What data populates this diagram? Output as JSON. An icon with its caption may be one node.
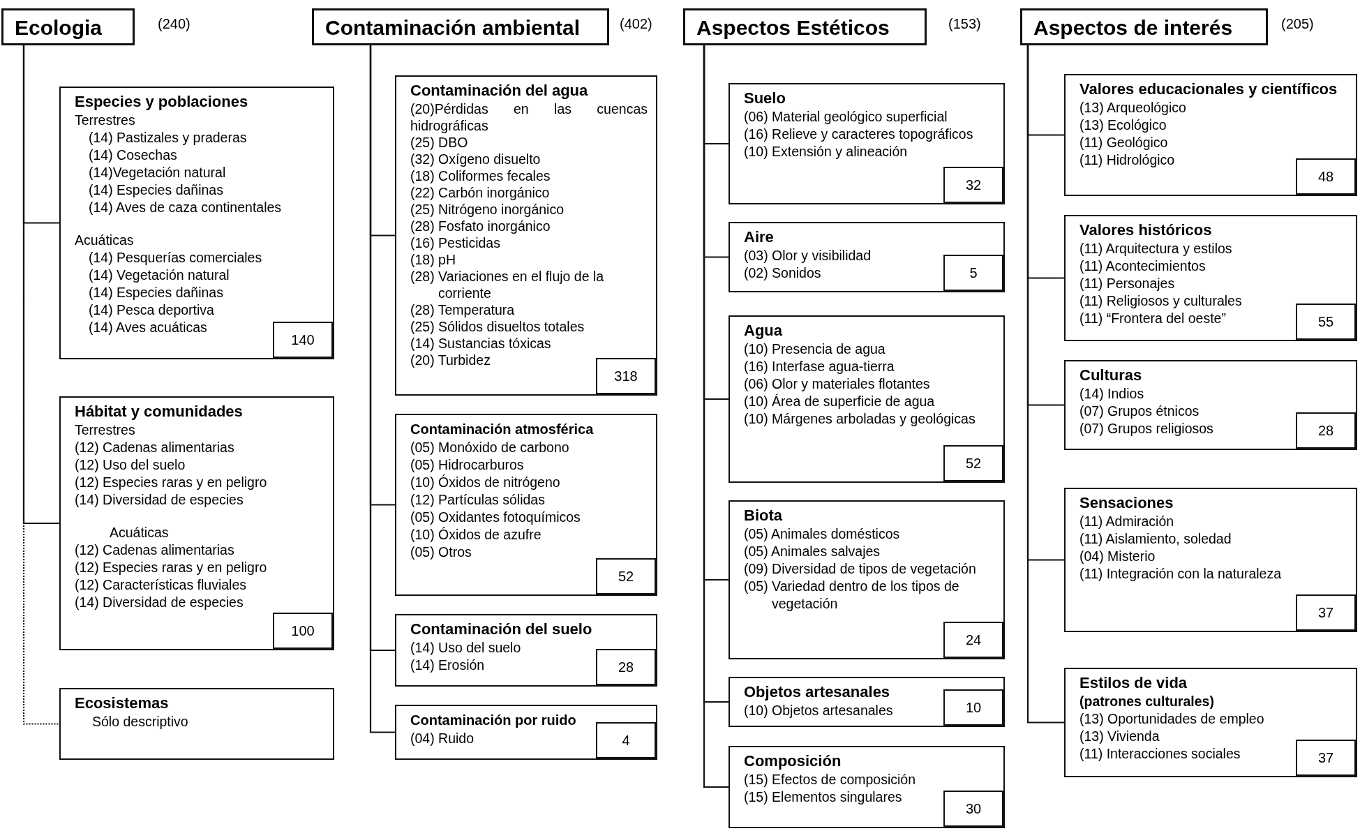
{
  "diagram": {
    "nodes": [
      {
        "text": [
          "Ecologia"
        ],
        "beside": [
          "(240)"
        ]
      },
      {
        "text": [
          "Especies y poblaciones",
          "Terrestres",
          "(14) Pastizales y praderas",
          "(14) Cosechas",
          "(14)Vegetación natural",
          "(14) Especies dañinas",
          "(14) Aves de caza continentales",
          "Acuáticas",
          "(14) Pesquerías comerciales",
          "(14) Vegetación natural",
          "(14) Especies dañinas",
          "(14) Pesca deportiva",
          "(14) Aves acuáticas"
        ]
      },
      {
        "text": [
          "140"
        ],
        "in": 1
      },
      {
        "text": [
          "Hábitat y comunidades",
          "Terrestres",
          "(12) Cadenas alimentarias",
          "(12) Uso del suelo",
          "(12) Especies raras y en peligro",
          "(14) Diversidad de especies",
          "Acuáticas",
          "(12) Cadenas alimentarias",
          "(12) Especies raras y en peligro",
          "(12) Características fluviales",
          "(14) Diversidad de especies"
        ]
      },
      {
        "text": [
          "100"
        ],
        "in": 3
      },
      {
        "text": [
          "Ecosistemas",
          "Sólo descriptivo"
        ]
      },
      {
        "text": [
          "Contaminación ambiental"
        ],
        "beside": [
          "(402)"
        ]
      },
      {
        "text": [
          "Contaminación del agua",
          "(20)Pérdidas en las cuencas hidrográficas",
          "(25) DBO",
          "(32) Oxígeno disuelto",
          "(18) Coliformes fecales",
          "(22) Carbón inorgánico",
          "(25) Nitrógeno inorgánico",
          "(28) Fosfato inorgánico",
          "(16) Pesticidas",
          "(18) pH",
          "(28) Variaciones en el flujo de la corriente",
          "(28) Temperatura",
          "(25) Sólidos disueltos totales",
          "(14) Sustancias tóxicas",
          "(20) Turbidez"
        ]
      },
      {
        "text": [
          "318"
        ],
        "in": 7
      },
      {
        "text": [
          "Contaminación atmosférica",
          "(05) Monóxido de carbono",
          "(05) Hidrocarburos",
          "(10) Óxidos de nitrógeno",
          "(12) Partículas sólidas",
          "(05) Oxidantes fotoquímicos",
          "(10) Óxidos de azufre",
          "(05) Otros"
        ]
      },
      {
        "text": [
          "52"
        ],
        "in": 9
      },
      {
        "text": [
          "Contaminación del suelo",
          "(14) Uso del suelo",
          "(14) Erosión"
        ]
      },
      {
        "text": [
          "28"
        ],
        "in": 11
      },
      {
        "text": [
          "Contaminación por ruido",
          "(04) Ruido"
        ]
      },
      {
        "text": [
          "4"
        ],
        "in": 13
      },
      {
        "text": [
          "Aspectos Estéticos"
        ],
        "beside": [
          "(153)"
        ]
      },
      {
        "text": [
          "Suelo",
          "(06) Material geológico superficial",
          "(16) Relieve y caracteres topográficos",
          "(10) Extensión y alineación"
        ]
      },
      {
        "text": [
          "32"
        ],
        "in": 16
      },
      {
        "text": [
          "Aire",
          "(03) Olor y visibilidad",
          "(02) Sonidos"
        ]
      },
      {
        "text": [
          "5"
        ],
        "in": 18
      },
      {
        "text": [
          "Agua",
          "(10) Presencia de agua",
          "(16) Interfase agua-tierra",
          "(06) Olor y materiales flotantes",
          "(10) Área de superficie de agua",
          "(10) Márgenes arboladas y geológicas"
        ]
      },
      {
        "text": [
          "52"
        ],
        "in": 20
      },
      {
        "text": [
          "Biota",
          "(05) Animales domésticos",
          "(05) Animales salvajes",
          "(09) Diversidad de tipos de vegetación",
          "(05) Variedad dentro de los tipos de vegetación"
        ]
      },
      {
        "text": [
          "24"
        ],
        "in": 22
      },
      {
        "text": [
          "Objetos artesanales",
          "(10) Objetos artesanales"
        ]
      },
      {
        "text": [
          "10"
        ],
        "in": 24
      },
      {
        "text": [
          "Composición",
          "(15) Efectos de composición",
          "(15) Elementos singulares"
        ]
      },
      {
        "text": [
          "30"
        ],
        "in": 26
      },
      {
        "text": [
          "Aspectos de interés"
        ],
        "beside": [
          "(205)"
        ]
      },
      {
        "text": [
          "Valores educacionales y científicos",
          "(13) Arqueológico",
          "(13) Ecológico",
          "(11) Geológico",
          "(11) Hidrológico"
        ]
      },
      {
        "text": [
          "48"
        ],
        "in": 29
      },
      {
        "text": [
          "Valores históricos",
          "(11) Arquitectura y estilos",
          "(11) Acontecimientos",
          "(11) Personajes",
          "(11) Religiosos y culturales",
          "(11) “Frontera del oeste”"
        ]
      },
      {
        "text": [
          "55"
        ],
        "in": 31
      },
      {
        "text": [
          "Culturas",
          "(14) Indios",
          "(07) Grupos étnicos",
          "(07) Grupos religiosos"
        ]
      },
      {
        "text": [
          "28"
        ],
        "in": 33
      },
      {
        "text": [
          "Sensaciones",
          "(11) Admiración",
          "(11) Aislamiento, soledad",
          "(04) Misterio",
          "(11) Integración con la naturaleza"
        ]
      },
      {
        "text": [
          "37"
        ],
        "in": 35
      },
      {
        "text": [
          "Estilos de vida",
          "(patrones culturales)",
          "(13) Oportunidades de empleo",
          "(13) Vivienda",
          "(11) Interacciones sociales"
        ]
      },
      {
        "text": [
          "37"
        ],
        "in": 37
      }
    ],
    "edges": [
      {
        "from": 0,
        "to": 1,
        "arrow": "none"
      },
      {
        "from": 0,
        "to": 3,
        "arrow": "none"
      },
      {
        "from": 0,
        "to": 5,
        "arrow": "none",
        "style": "dashed"
      },
      {
        "from": 6,
        "to": 7,
        "arrow": "none"
      },
      {
        "from": 6,
        "to": 9,
        "arrow": "none"
      },
      {
        "from": 6,
        "to": 11,
        "arrow": "none"
      },
      {
        "from": 6,
        "to": 13,
        "arrow": "none"
      },
      {
        "from": 15,
        "to": 16,
        "arrow": "none"
      },
      {
        "from": 15,
        "to": 18,
        "arrow": "none"
      },
      {
        "from": 15,
        "to": 20,
        "arrow": "none"
      },
      {
        "from": 15,
        "to": 22,
        "arrow": "none"
      },
      {
        "from": 15,
        "to": 24,
        "arrow": "none"
      },
      {
        "from": 15,
        "to": 26,
        "arrow": "none"
      },
      {
        "from": 28,
        "to": 29,
        "arrow": "none"
      },
      {
        "from": 28,
        "to": 31,
        "arrow": "none"
      },
      {
        "from": 28,
        "to": 33,
        "arrow": "none"
      },
      {
        "from": 28,
        "to": 35,
        "arrow": "none"
      },
      {
        "from": 28,
        "to": 37,
        "arrow": "none"
      }
    ]
  }
}
